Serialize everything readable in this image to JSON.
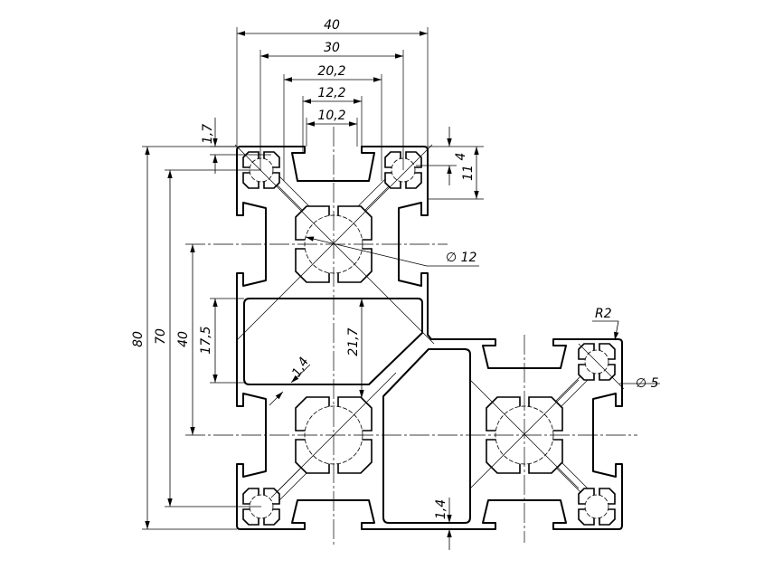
{
  "drawing": {
    "title": "Aluminium profile cross-section",
    "dimensions": {
      "width_40": "40",
      "width_30": "30",
      "width_20_2": "20,2",
      "width_12_2": "12,2",
      "width_10_2": "10,2",
      "lip_1_7": "1,7",
      "offset_4": "4",
      "offset_11": "11",
      "core_dia": "∅ 12",
      "height_80": "80",
      "height_70": "70",
      "height_40": "40",
      "chamber_17_5": "17,5",
      "chamber_21_7": "21,7",
      "wall_1_4_diag": "1,4",
      "wall_1_4_bottom": "1,4",
      "radius_r2": "R2",
      "hole_dia": "∅ 5"
    }
  }
}
